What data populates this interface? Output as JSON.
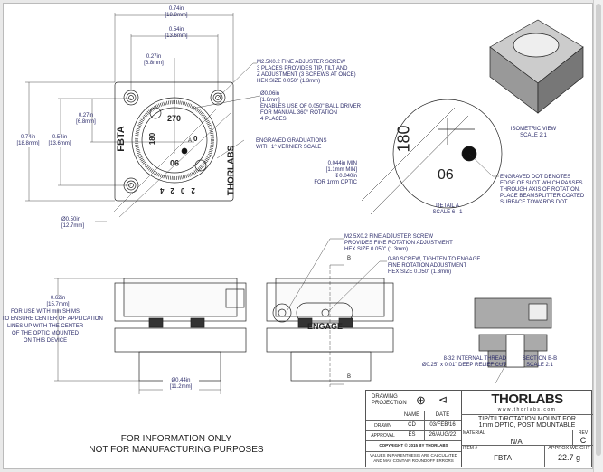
{
  "top_view": {
    "dim_width_outer": "0.74in",
    "dim_width_outer_mm": "[18.8mm]",
    "dim_width_inner": "0.54in",
    "dim_width_inner_mm": "[13.6mm]",
    "dim_half_h": "0.27in",
    "dim_half_h_mm": "[6.8mm]",
    "dim_height_outer": "0.74in",
    "dim_height_outer_mm": "[18.8mm]",
    "dim_height_inner": "0.54in",
    "dim_height_inner_mm": "[13.6mm]",
    "dim_half_v": "0.27in",
    "dim_half_v_mm": "[6.8mm]",
    "dim_diameter": "Ø0.50in",
    "dim_diameter_mm": "[12.7mm]",
    "engraving_model": "FBTA",
    "engraving_brand": "THORLABS",
    "dial_labels": [
      "270",
      "180",
      "0",
      "90"
    ],
    "vernier_labels": [
      "2",
      "0",
      "2",
      "4"
    ],
    "detail_marker": "A",
    "note_adjuster": [
      "M2.5X0.2 FINE ADJUSTER SCREW",
      "3 PLACES PROVIDES TIP, TILT AND",
      "Z ADJUSTMENT (3 SCREWS AT ONCE)",
      "HEX SIZE 0.050\" (1.3mm)"
    ],
    "note_hole": [
      "Ø0.06in",
      "[1.6mm]",
      "ENABLES USE OF 0.050\" BALL DRIVER",
      "FOR MANUAL 360° ROTATION",
      "4 PLACES"
    ],
    "note_graduations": [
      "ENGRAVED GRADUATIONS",
      "WITH 1° VERNIER SCALE"
    ]
  },
  "detail": {
    "dim": [
      "0.044in MIN",
      "[1.1mm MIN]",
      "↧0.040in",
      "FOR 1mm OPTIC"
    ],
    "labels": [
      "180",
      "90"
    ],
    "title": "DETAIL A",
    "scale": "SCALE 6 : 1",
    "note_dot": [
      "ENGRAVED DOT DENOTES",
      "EDGE OF SLOT WHICH PASSES",
      "THROUGH AXIS OF ROTATION.",
      "PLACE BEAMSPLITTER COATED",
      "SURFACE TOWARDS DOT."
    ]
  },
  "isometric": {
    "title": "ISOMETRIC VIEW",
    "scale": "SCALE 2:1"
  },
  "side_view": {
    "dim_height": "0.62in",
    "dim_height_mm": "[15.7mm]",
    "note_shims": [
      "FOR USE WITH mm SHIMS",
      "TO ENSURE CENTER OF APPLICATION",
      "LINES UP WITH THE CENTER",
      "OF THE OPTIC MOUNTED",
      "ON THIS DEVICE"
    ],
    "dim_post": "Ø0.44in",
    "dim_post_mm": "[11.2mm]"
  },
  "front_view": {
    "engraving": "ENGAGE",
    "section_marker": "B",
    "note_rotation": [
      "M2.5X0.2 FINE ADJUSTER SCREW",
      "PROVIDES FINE ROTATION ADJUSTMENT",
      "HEX SIZE 0.050\" (1.3mm)"
    ],
    "note_engage": [
      "0-80 SCREW, TIGHTEN TO ENGAGE",
      "FINE ROTATION ADJUSTMENT",
      "HEX SIZE 0.050\" (1.3mm)"
    ]
  },
  "section": {
    "title": "SECTION B-B",
    "scale": "SCALE 2:1",
    "note_thread": [
      "8-32 INTERNAL THREAD",
      "Ø0.25\" x 0.01\" DEEP RELIEF CUT"
    ]
  },
  "disclaimer": [
    "FOR INFORMATION ONLY",
    "NOT FOR MANUFACTURING PURPOSES"
  ],
  "title_block": {
    "projection_label": "DRAWING PROJECTION",
    "col_name": "NAME",
    "col_date": "DATE",
    "drawn_label": "DRAWN",
    "drawn_name": "CD",
    "drawn_date": "03/FEB/16",
    "approval_label": "APPROVAL",
    "approval_name": "ES",
    "approval_date": "26/AUG/22",
    "copyright": "COPYRIGHT © 2015 BY THORLABS",
    "values_note": [
      "VALUES IN PARENTHESIS ARE CALCULATED",
      "AND MAY CONTAIN ROUNDOFF ERRORS"
    ],
    "logo": "THORLABS",
    "website": "www.thorlabs.com",
    "title": [
      "TIP/TILT/ROTATION MOUNT FOR",
      "1mm OPTIC, POST MOUNTABLE"
    ],
    "material_label": "MATERIAL",
    "material": "N/A",
    "rev_label": "REV",
    "rev": "C",
    "item_label": "ITEM #",
    "item": "FBTA",
    "weight_label": "APPROX WEIGHT",
    "weight": "22.7 g"
  },
  "colors": {
    "dimension_text": "#2b2b6a",
    "lines": "#222222"
  }
}
